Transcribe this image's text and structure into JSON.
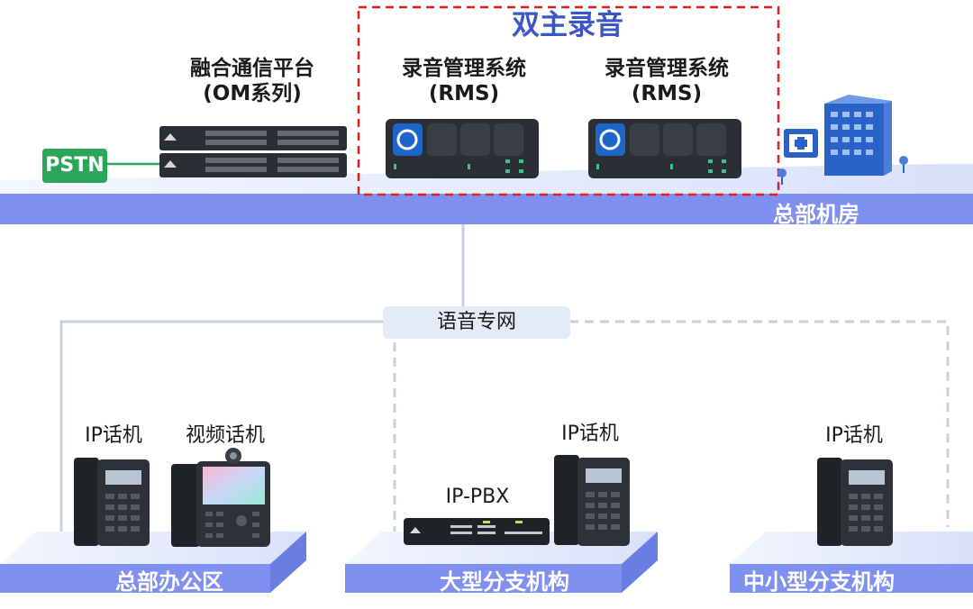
{
  "title": "双主录音",
  "om": {
    "line1": "融合通信平台",
    "line2": "(OM系列)"
  },
  "rms1": {
    "line1": "录音管理系统",
    "line2": "(RMS)"
  },
  "rms2": {
    "line1": "录音管理系统",
    "line2": "(RMS)"
  },
  "pstn": "PSTN",
  "hq_room": "总部机房",
  "voice_net": "语音专网",
  "hq_office": {
    "label": "总部办公区",
    "ip_phone": "IP话机",
    "video_phone": "视频话机"
  },
  "large_branch": {
    "label": "大型分支机构",
    "ip_phone": "IP话机",
    "ippbx": "IP-PBX"
  },
  "small_branch": {
    "label": "中小型分支机构",
    "ip_phone": "IP话机"
  },
  "colors": {
    "platform": "#7f90f0",
    "platform_top": "#dfe6fb",
    "dash_red": "#e02020",
    "title_blue": "#3a56c8",
    "pstn_green": "#2aa55a",
    "line_gray": "#c8d0dc"
  }
}
